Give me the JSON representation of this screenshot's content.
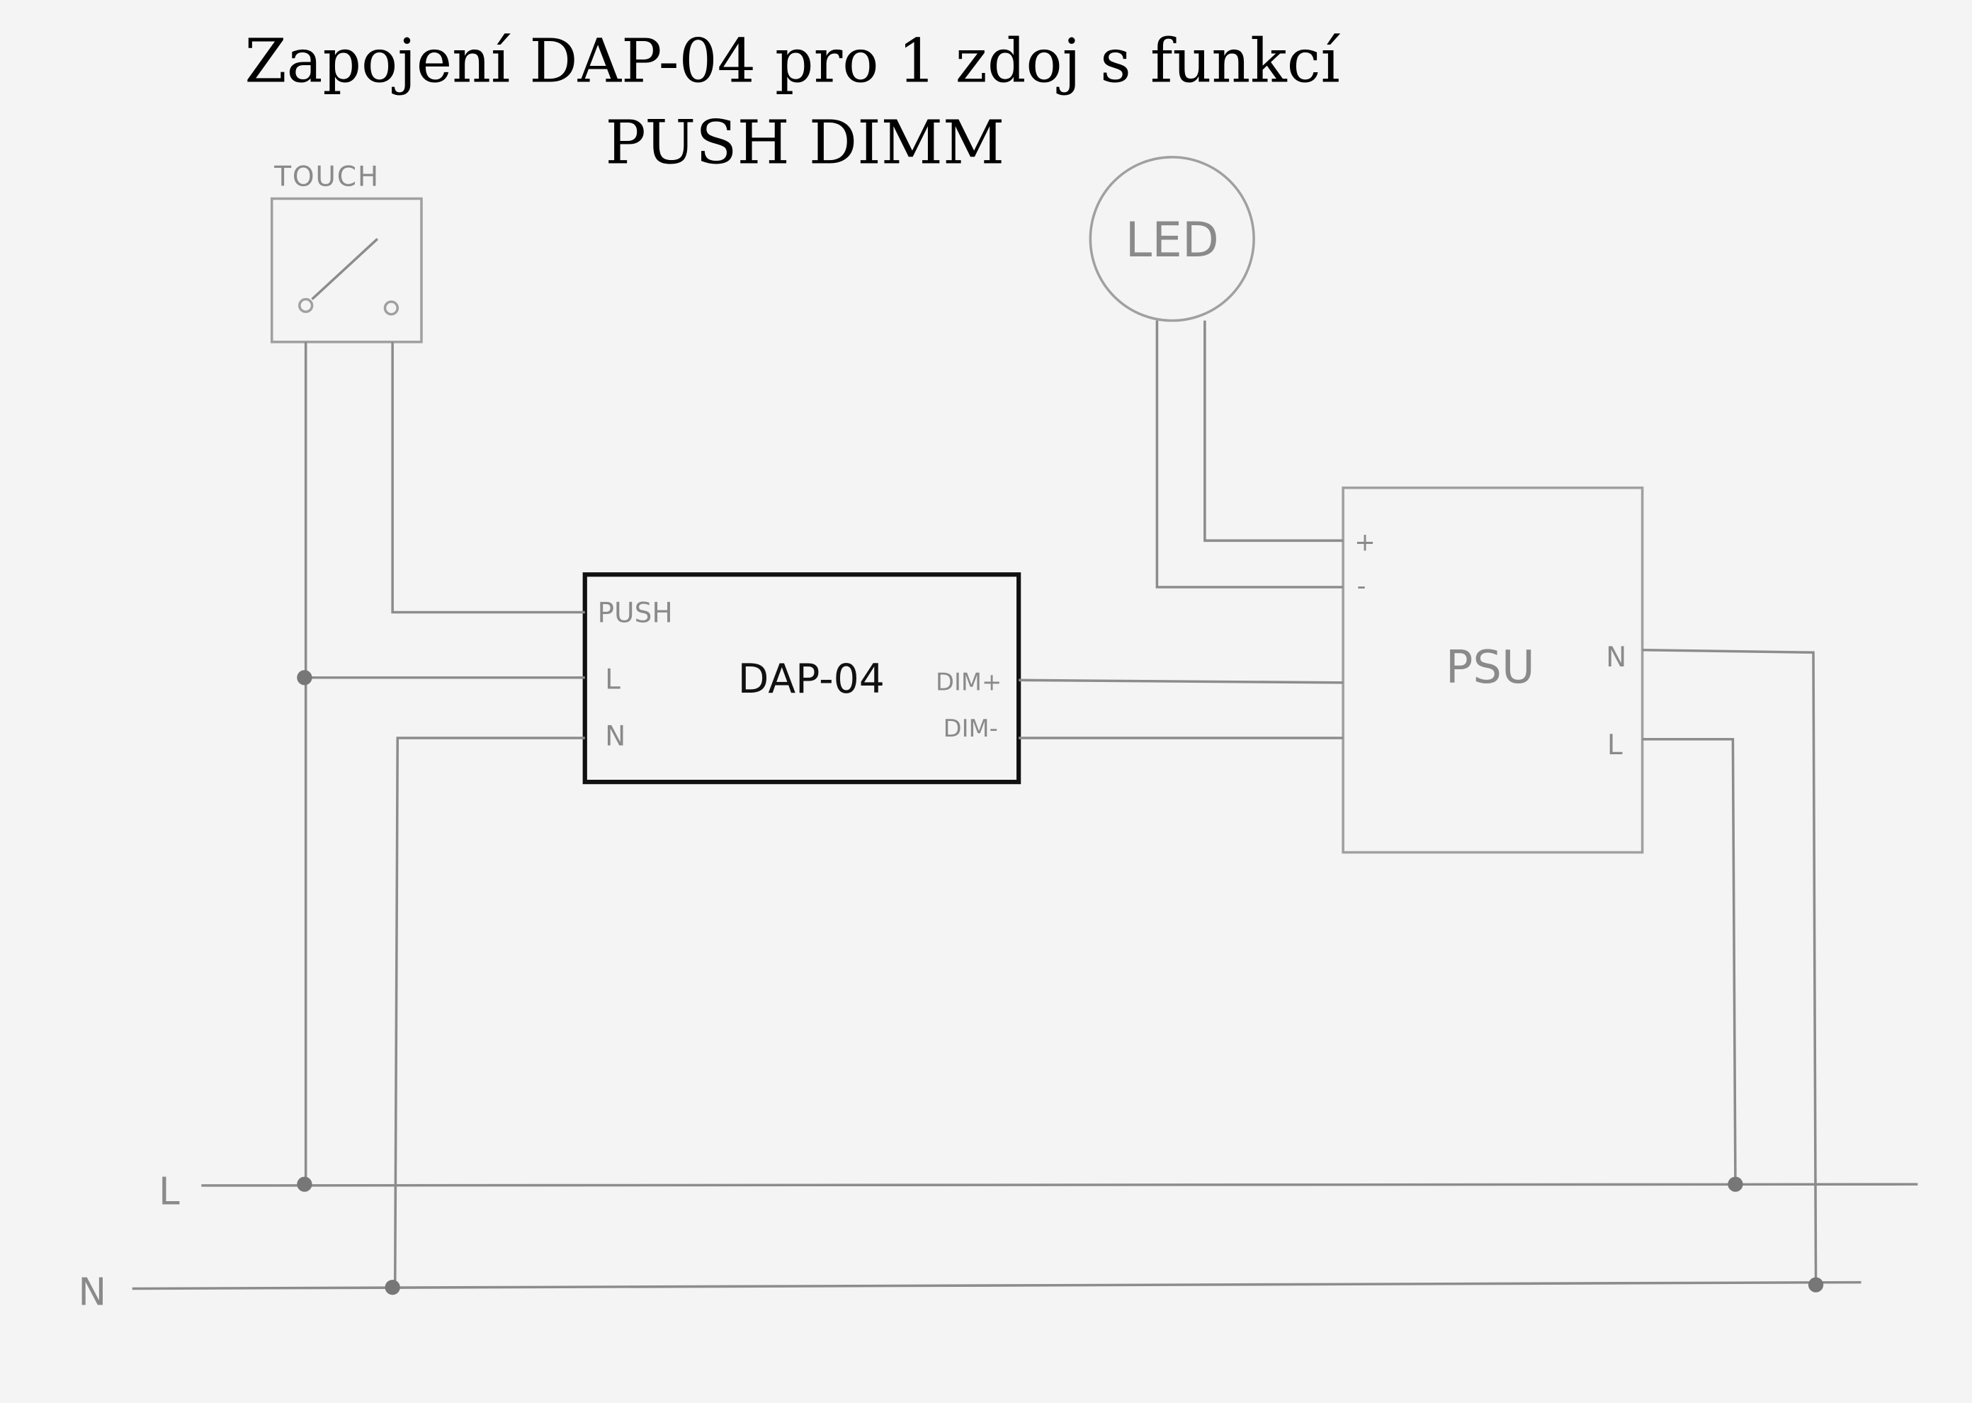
{
  "title": {
    "line1": "Zapojení DAP-04 pro 1 zdoj  s funkcí",
    "line2": "PUSH DIMM"
  },
  "touch": {
    "label": "TOUCH"
  },
  "led": {
    "label": "LED"
  },
  "dap": {
    "name": "DAP-04",
    "push": "PUSH",
    "l": "L",
    "n": "N",
    "dim_plus": "DIM+",
    "dim_minus": "DIM-"
  },
  "psu": {
    "name": "PSU",
    "plus": "+",
    "minus": "-",
    "n": "N",
    "l": "L"
  },
  "bus": {
    "l": "L",
    "n": "N"
  }
}
